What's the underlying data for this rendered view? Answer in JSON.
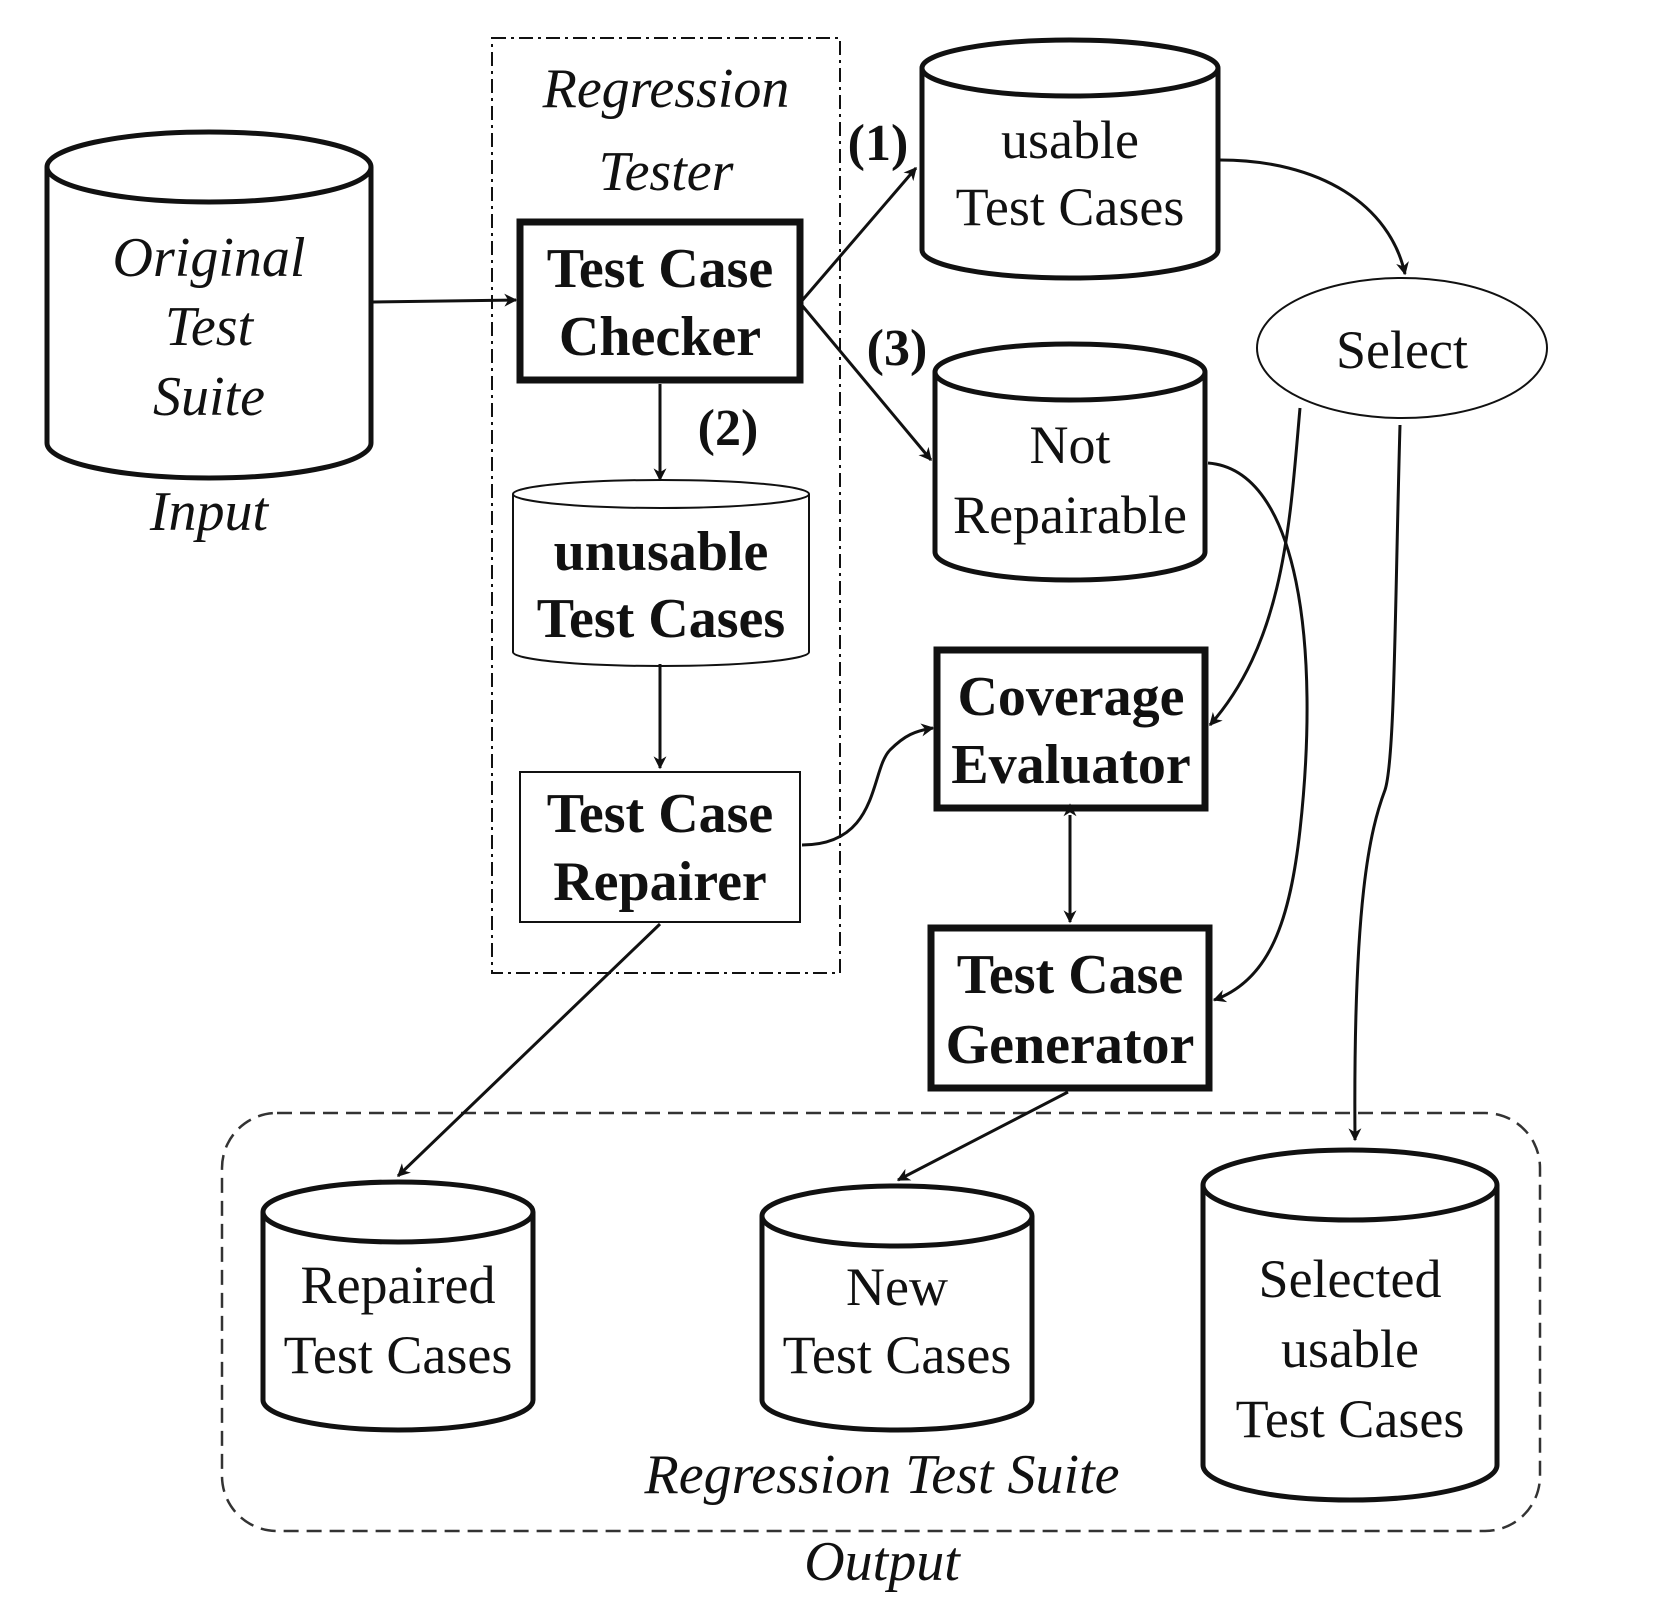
{
  "input_store": {
    "lines": [
      "Original",
      "Test",
      "Suite"
    ],
    "caption": "Input"
  },
  "regression_tester": {
    "title_lines": [
      "Regression",
      "Tester"
    ],
    "checker_lines": [
      "Test Case",
      "Checker"
    ],
    "unusable_lines": [
      "unusable",
      "Test Cases"
    ],
    "repairer_lines": [
      "Test Case",
      "Repairer"
    ]
  },
  "usable_store": {
    "lines": [
      "usable",
      "Test Cases"
    ]
  },
  "not_repairable_store": {
    "lines": [
      "Not",
      "Repairable"
    ]
  },
  "select": {
    "label": "Select"
  },
  "coverage_evaluator": {
    "lines": [
      "Coverage",
      "Evaluator"
    ]
  },
  "test_case_generator": {
    "lines": [
      "Test Case",
      "Generator"
    ]
  },
  "steps": {
    "one": "(1)",
    "two": "(2)",
    "three": "(3)"
  },
  "output_group": {
    "title": "Regression Test Suite",
    "caption": "Output",
    "repaired_lines": [
      "Repaired",
      "Test Cases"
    ],
    "new_lines": [
      "New",
      "Test Cases"
    ],
    "selected_lines": [
      "Selected",
      "usable",
      "Test Cases"
    ]
  },
  "colors": {
    "ink": "#111111",
    "background": "#ffffff"
  }
}
